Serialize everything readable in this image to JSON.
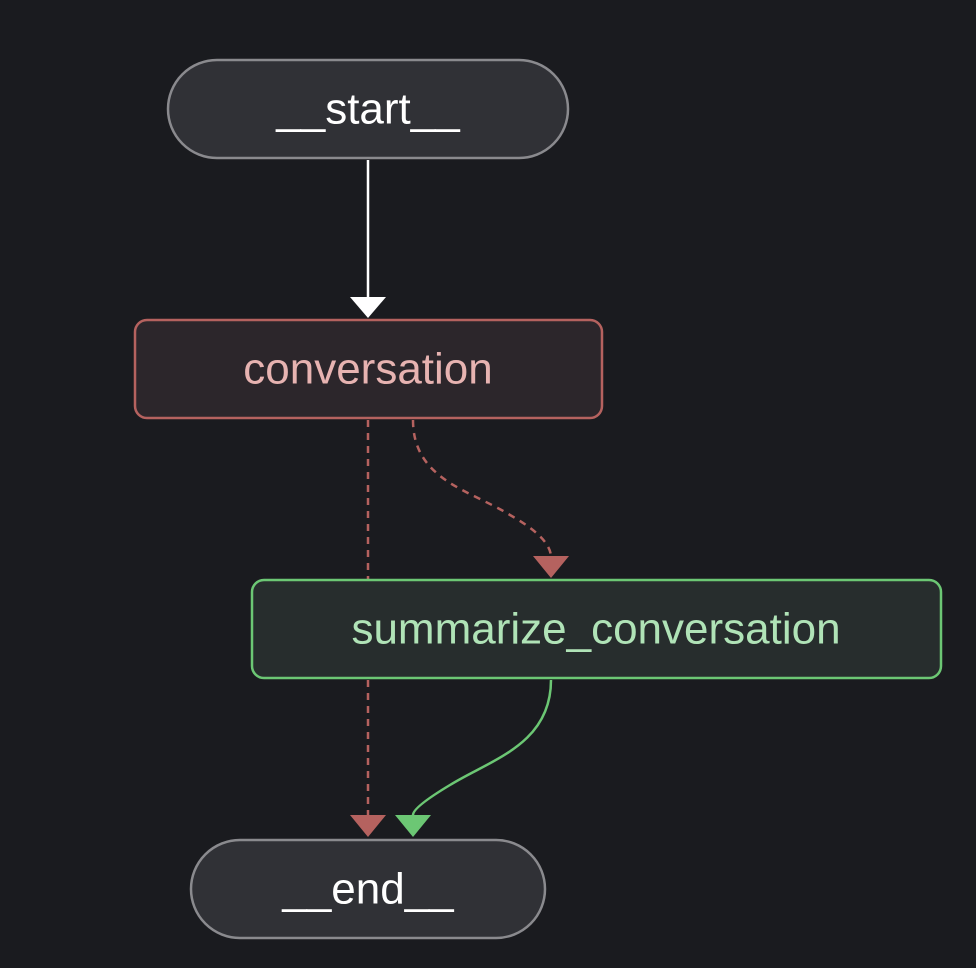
{
  "graph": {
    "nodes": [
      {
        "id": "start",
        "label": "__start__",
        "kind": "terminal",
        "color": "#ffffff",
        "stroke": "#8a8a8e",
        "fill": "#303136"
      },
      {
        "id": "conversation",
        "label": "conversation",
        "kind": "node",
        "color": "#e7b3b1",
        "stroke": "#b5625f",
        "fill": "#2c262b"
      },
      {
        "id": "summarize",
        "label": "summarize_conversation",
        "kind": "node",
        "color": "#b0e3b7",
        "stroke": "#6cc774",
        "fill": "#272d2d"
      },
      {
        "id": "end",
        "label": "__end__",
        "kind": "terminal",
        "color": "#ffffff",
        "stroke": "#8a8a8e",
        "fill": "#303136"
      }
    ],
    "edges": [
      {
        "from": "start",
        "to": "conversation",
        "style": "solid",
        "color": "#ffffff"
      },
      {
        "from": "conversation",
        "to": "summarize",
        "style": "dashed",
        "color": "#b5625f"
      },
      {
        "from": "conversation",
        "to": "end",
        "style": "dashed",
        "color": "#b5625f"
      },
      {
        "from": "summarize",
        "to": "end",
        "style": "solid",
        "color": "#6cc774"
      }
    ]
  }
}
